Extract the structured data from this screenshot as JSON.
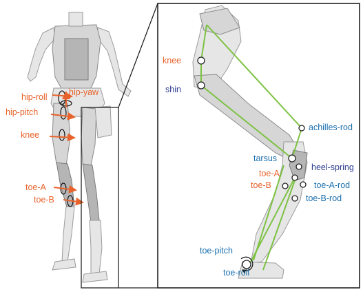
{
  "labels": {
    "left": {
      "hip_roll": "hip-roll",
      "hip_yaw": "hip-yaw",
      "hip_pitch": "hip-pitch",
      "knee": "knee",
      "toe_a": "toe-A",
      "toe_b": "toe-B"
    },
    "right": {
      "knee": "knee",
      "shin": "shin",
      "achilles_rod": "achilles-rod",
      "tarsus": "tarsus",
      "heel_spring": "heel-spring",
      "toe_a": "toe-A",
      "toe_b": "toe-B",
      "toe_a_rod": "toe-A-rod",
      "toe_b_rod": "toe-B-rod",
      "toe_pitch": "toe-pitch",
      "toe_roll": "toe-roll"
    }
  },
  "colors": {
    "actuated_joint": "#e8632b",
    "passive_joint": "#2b3a8f",
    "rod": "#1a6fae",
    "linkage": "#7cc242"
  }
}
